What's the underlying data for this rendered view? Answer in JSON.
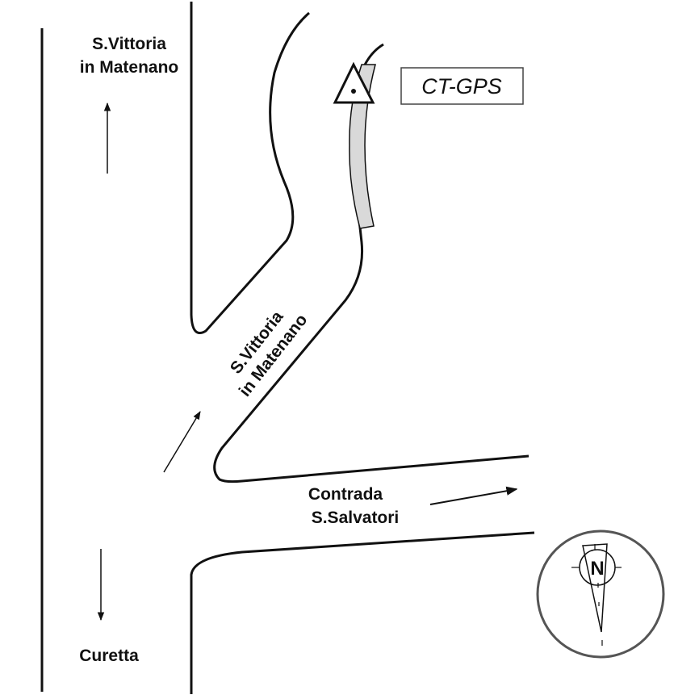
{
  "labels": {
    "north_town_line1": "S.Vittoria",
    "north_town_line2": "in Matenano",
    "road_line1": "S.Vittoria",
    "road_line2": "in Matenano",
    "contrada_line1": "Contrada",
    "contrada_line2": "S.Salvatori",
    "south_town": "Curetta"
  },
  "station": {
    "name": "CT-GPS",
    "band_color": "#d9d9d9"
  },
  "compass": {
    "letter": "N",
    "ring_color": "#555555"
  }
}
